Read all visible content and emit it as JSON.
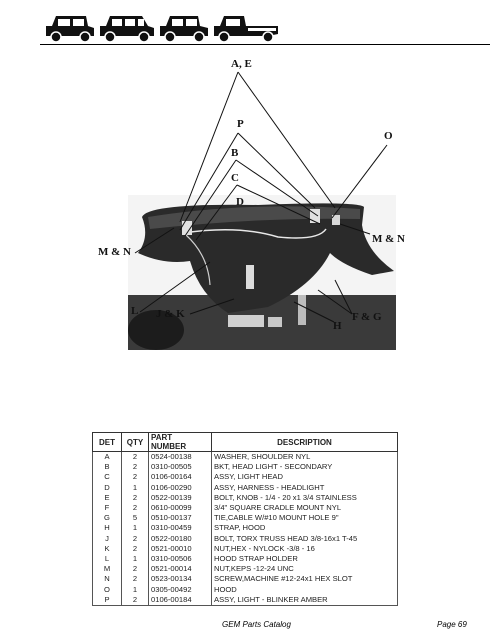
{
  "header": {
    "icons": [
      "golf-cart-icon",
      "utility-cart-icon",
      "open-cart-icon",
      "flatbed-truck-icon"
    ]
  },
  "diagram": {
    "callouts": {
      "ae": "A, E",
      "p": "P",
      "b": "B",
      "c": "C",
      "d": "D",
      "o": "O",
      "mn_left": "M & N",
      "mn_right": "M & N",
      "l": "L",
      "jk": "J & K",
      "h": "H",
      "fg": "F & G"
    }
  },
  "table": {
    "headers": [
      "DET",
      "QTY",
      "PART NUMBER",
      "DESCRIPTION"
    ],
    "rows": [
      [
        "A",
        "2",
        "0524-00138",
        "WASHER, SHOULDER NYL"
      ],
      [
        "B",
        "2",
        "0310-00505",
        "BKT, HEAD LIGHT - SECONDARY"
      ],
      [
        "C",
        "2",
        "0106-00164",
        "ASSY, LIGHT HEAD"
      ],
      [
        "D",
        "1",
        "0106-00290",
        "ASSY, HARNESS - HEADLIGHT"
      ],
      [
        "E",
        "2",
        "0522-00139",
        "BOLT, KNOB - 1/4 - 20 x1 3/4 STAINLESS"
      ],
      [
        "F",
        "2",
        "0610-00099",
        "3/4\" SQUARE CRADLE MOUNT NYL"
      ],
      [
        "G",
        "5",
        "0510-00137",
        "TIE,CABLE W/#10 MOUNT HOLE 9\""
      ],
      [
        "H",
        "1",
        "0310-00459",
        "STRAP, HOOD"
      ],
      [
        "J",
        "2",
        "0522-00180",
        "BOLT, TORX TRUSS HEAD 3/8-16x1 T-45"
      ],
      [
        "K",
        "2",
        "0521-00010",
        "NUT,HEX - NYLOCK -3/8 - 16"
      ],
      [
        "L",
        "1",
        "0310-00506",
        "HOOD STRAP HOLDER"
      ],
      [
        "M",
        "2",
        "0521-00014",
        "NUT,KEPS -12-24 UNC"
      ],
      [
        "N",
        "2",
        "0523-00134",
        "SCREW,MACHINE #12-24x1 HEX SLOT"
      ],
      [
        "O",
        "1",
        "0305-00492",
        "HOOD"
      ],
      [
        "P",
        "2",
        "0106-00184",
        "ASSY, LIGHT - BLINKER AMBER"
      ]
    ]
  },
  "footer": {
    "title": "GEM Parts Catalog",
    "page": "Page  69"
  }
}
